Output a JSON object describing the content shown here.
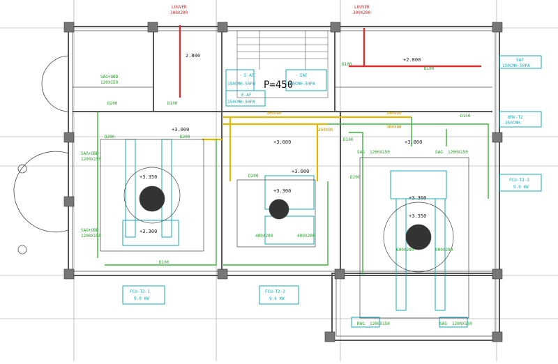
{
  "labels": {
    "louver_left": "LOUVER",
    "louver_left_size": "300X200",
    "louver_right": "LOUVER",
    "louver_right_size": "300X200",
    "elev_2800_left": "2.800",
    "elev_2800_right": "+2.800",
    "d100_left": "D100",
    "d100_right": "D100",
    "d100_mid": "D100",
    "d150": "D150",
    "d100_r2": "D100",
    "sag_obd": "SAG+OBD",
    "sag_obd_size": "120X150",
    "d200_tl": "D200",
    "ef_top": "E-AF",
    "ef_top_val": "150CMH-50PA",
    "ef_right": "EAF",
    "ef_right_val": "150CMH-50PA",
    "ef_mid": "E-AF",
    "ef_mid_val": "150CMH-50PA",
    "p450": "P=450",
    "sa_right": "SAF",
    "sa_right_val": "150CMH-50PA",
    "hrv": "HRV-T2",
    "hrv_val": "350CMH-",
    "fcu3": "FCU-T2-3",
    "fcu3_val": "9.0 KW",
    "fcu1": "FCU-T2-1",
    "fcu1_val": "9.0 KW",
    "fcu2": "FCU-T2-2",
    "fcu2_val": "9.6 KW",
    "elev_3000_a": "+3.000",
    "elev_3000_b": "+3.000",
    "elev_3000_c": "+3.000",
    "elev_3000_d": "+3.000",
    "elev_3350_a": "+3.350",
    "elev_3300_a": "+3.300",
    "elev_3300_b": "+3.300",
    "elev_3300_c": "+3.300",
    "elev_3350_b": "+3.350",
    "duct_300x80": "300X80",
    "duct_300x80_b": "300X80",
    "duct_250x80": "250X80",
    "duct_300x80_c": "300X80",
    "d200_a": "D200",
    "d200_b": "D200",
    "d200_c": "D200",
    "d200_d": "D200",
    "d100_bot": "D100",
    "sag_left": "SAG+OBD",
    "sag_left_val": "1200X150",
    "sag_left2": "SAG+OBD",
    "sag_left2_val": "1200X150",
    "rag_bot": "RAG",
    "rag_bot_val": "1200X150",
    "sag_bot": "SAG",
    "sag_bot_val": "1200X150",
    "sag_top_r": "SAG",
    "sag_top_r_val": "1200X150",
    "sag_top_r2": "SAG",
    "sag_top_r2_val": "1200X150",
    "duct_400x200_a": "400X200",
    "duct_400x200_b": "400X200",
    "duct_600x200": "600X200",
    "duct_900x200": "900X200"
  }
}
